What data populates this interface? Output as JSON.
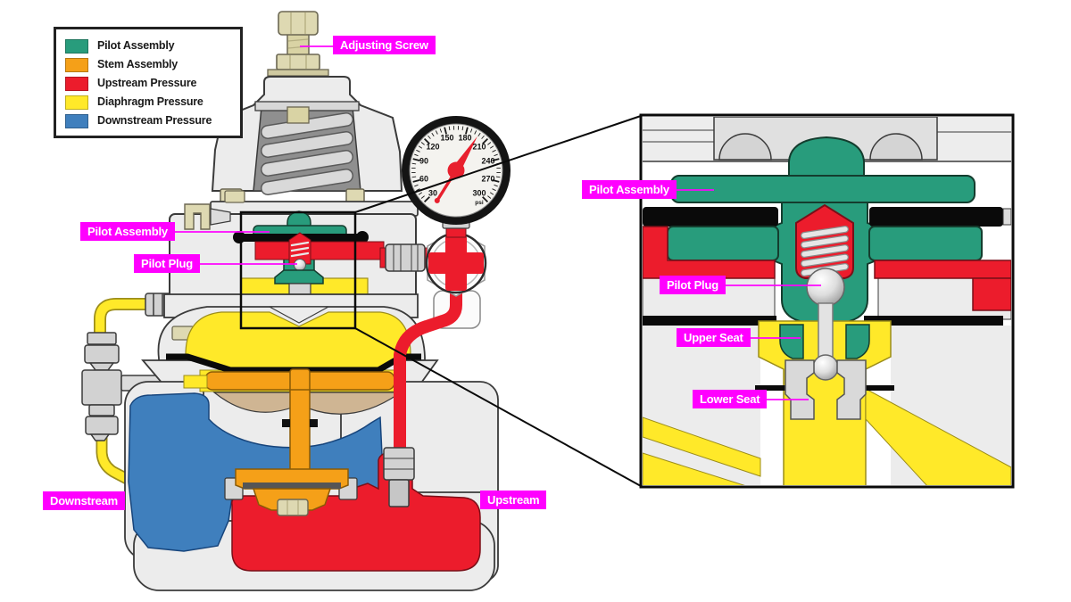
{
  "legend": {
    "items": [
      {
        "label": "Pilot Assembly",
        "color": "#289c7c"
      },
      {
        "label": "Stem Assembly",
        "color": "#f5a018"
      },
      {
        "label": "Upstream Pressure",
        "color": "#ec1c2c"
      },
      {
        "label": "Diaphragm Pressure",
        "color": "#ffe929"
      },
      {
        "label": "Downstream Pressure",
        "color": "#3f7fbd"
      }
    ]
  },
  "labels": {
    "adjusting_screw": "Adjusting Screw",
    "pilot_assembly": "Pilot Assembly",
    "pilot_plug": "Pilot Plug",
    "downstream": "Downstream",
    "upstream": "Upstream",
    "inset_pilot_assembly": "Pilot Assembly",
    "inset_pilot_plug": "Pilot Plug",
    "upper_seat": "Upper Seat",
    "lower_seat": "Lower Seat"
  },
  "gauge": {
    "tick_labels": [
      "30",
      "60",
      "90",
      "120",
      "150",
      "180",
      "210",
      "240",
      "270",
      "300"
    ],
    "unit": "psi"
  }
}
